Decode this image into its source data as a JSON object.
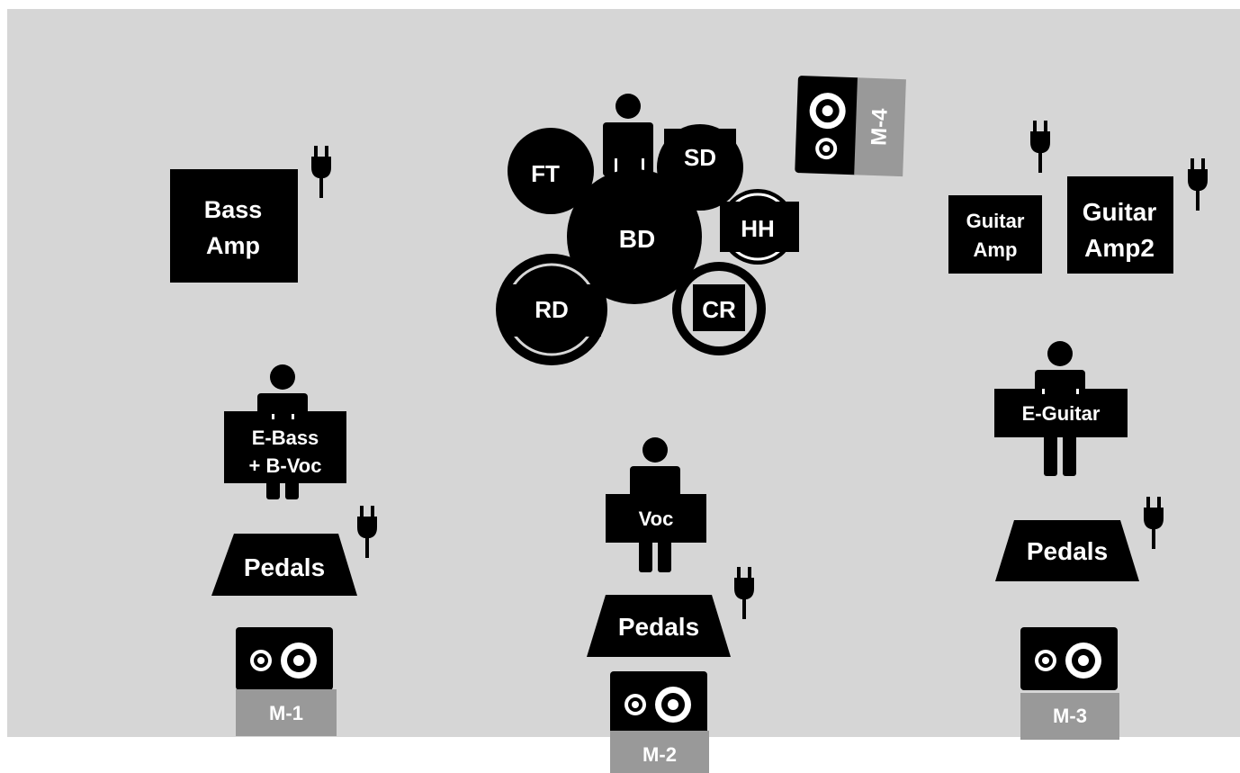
{
  "colors": {
    "stage_bg": "#d6d6d6",
    "ink": "#000000",
    "monitor_label_bg": "#999999",
    "text_light": "#ffffff",
    "page_bg": "#ffffff"
  },
  "drums": {
    "ft": "FT",
    "sd": "SD",
    "bd": "BD",
    "hh": "HH",
    "rd": "RD",
    "cr": "CR"
  },
  "amps": {
    "bass_line1": "Bass",
    "bass_line2": "Amp",
    "guitar_line1": "Guitar",
    "guitar_line2": "Amp",
    "guitar2_line1": "Guitar",
    "guitar2_line2": "Amp2"
  },
  "musicians": {
    "bass_line1": "E-Bass",
    "bass_line2": "+ B-Voc",
    "vocal": "Voc",
    "guitar": "E-Guitar"
  },
  "pedals": {
    "left": "Pedals",
    "center": "Pedals",
    "right": "Pedals"
  },
  "monitors": {
    "m1": "M-1",
    "m2": "M-2",
    "m3": "M-3",
    "m4": "M-4"
  },
  "icons": {
    "person": "person-icon",
    "plug": "power-plug-icon",
    "speaker": "speaker-wedge-icon"
  }
}
